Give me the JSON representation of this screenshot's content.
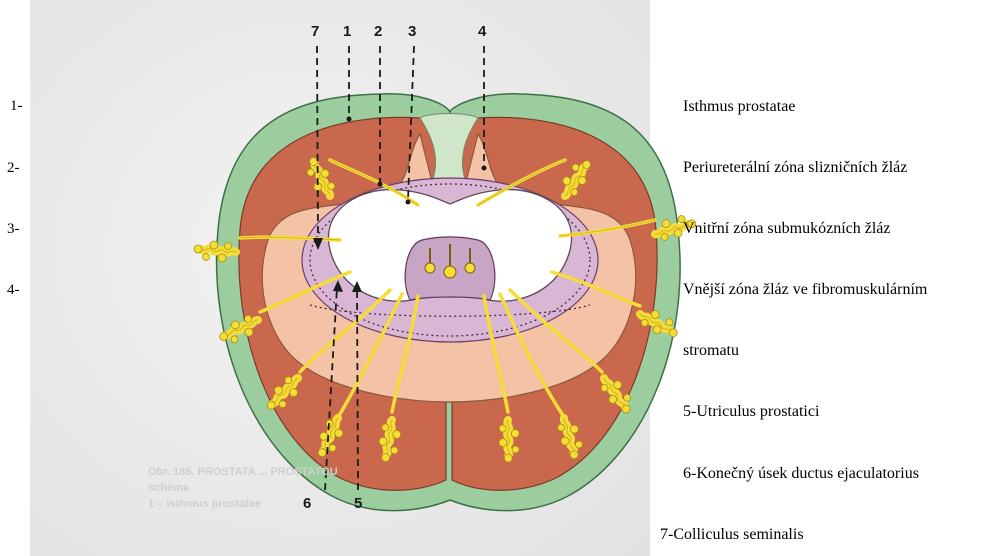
{
  "left_numbers": [
    "1-",
    "2-",
    "3-",
    "4-"
  ],
  "legend": [
    "Isthmus prostatae",
    "Periureterální zóna slizničních žláz",
    "Vnitřní zóna submukózních žláz",
    "Vnější zóna žláz ve fibromuskulárním",
    "stromatu",
    "5-Utriculus prostatici",
    "6-Konečný úsek ductus ejaculatorius",
    "7-Colliculus seminalis"
  ],
  "callouts": {
    "top": [
      "7",
      "1",
      "2",
      "3",
      "4"
    ],
    "bottom": [
      "6",
      "5"
    ]
  },
  "faded_caption": [
    "Obr. 185. PROSTATA ... PROSTATOU",
    "schéma",
    "1 – isthmus prostatae"
  ],
  "colors": {
    "capsule_green": "#9ccd9e",
    "outer_zone_brown": "#c9684c",
    "inner_zone_peach": "#f4c3a6",
    "periurethral_lilac": "#d9b6d3",
    "gland_yellow": "#f5dc36",
    "urethra_white": "#ffffff"
  }
}
